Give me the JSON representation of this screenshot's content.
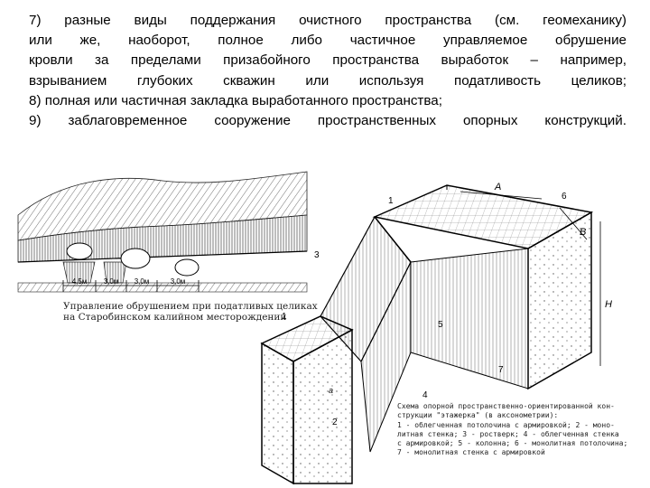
{
  "document": {
    "paragraph_lines": [
      "7) разные виды поддержания очистного пространства (см. геомеханику)",
      "или же, наоборот, полное либо частичное управляемое обрушение",
      "кровли за пределами призабойного пространства выработок – например,",
      "взрыванием глубоких скважин или используя податливость целиков;",
      "8) полная или частичная закладка выработанного пространства;",
      "9) заблаговременное сооружение пространственных опорных конструкций."
    ]
  },
  "left_figure": {
    "dimensions": [
      "4,5м",
      "3,0м",
      "3,0м",
      "3,0м"
    ],
    "caption_lines": [
      "Управление обрушением при податливых целиках",
      "на Старобинском калийном месторождении"
    ]
  },
  "right_figure": {
    "labels": {
      "l1_top": "1",
      "l6": "6",
      "l3": "3",
      "l5": "5",
      "l1_left": "1",
      "l2": "2",
      "l4": "4",
      "l7": "7",
      "dim_A": "A",
      "dim_H": "H",
      "dim_B": "B",
      "dim_a": "a"
    },
    "caption_lines": [
      "Схема опорной пространственно-ориентированной кон-",
      "струкции \"этажерка\" (в аксонометрии):",
      "1 - облегченная потолочина с армировкой; 2 - моно-",
      "литная стенка; 3 - ростверк; 4 - облегченная стенка",
      "с армировкой; 5 - колонна; 6 - монолитная потолочина;",
      "7 - монолитная стенка с армировкой"
    ]
  }
}
